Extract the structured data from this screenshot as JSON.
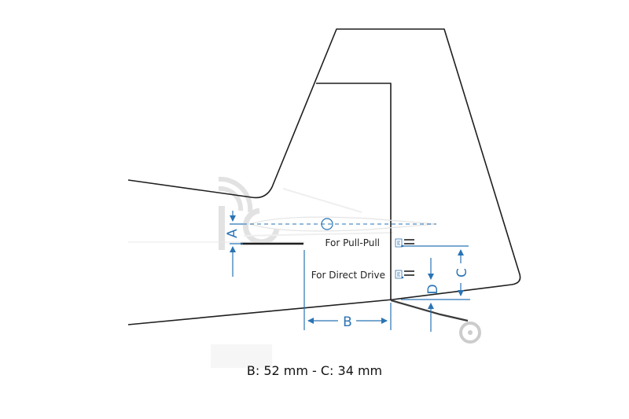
{
  "labels": {
    "pull_pull": "For Pull-Pull",
    "direct_drive": "For Direct Drive",
    "dim_a": "A",
    "dim_b": "B",
    "dim_c": "C",
    "dim_d": "D"
  },
  "caption": "B: 52 mm - C: 34 mm",
  "colors": {
    "outline": "#1f1f1f",
    "dimension": "#2a73b5",
    "watermark": "#e2e2e2"
  },
  "icons": [
    "servo-arm-pull-pull-icon",
    "servo-arm-direct-drive-icon",
    "tailwheel-icon",
    "rc-logo-watermark"
  ]
}
